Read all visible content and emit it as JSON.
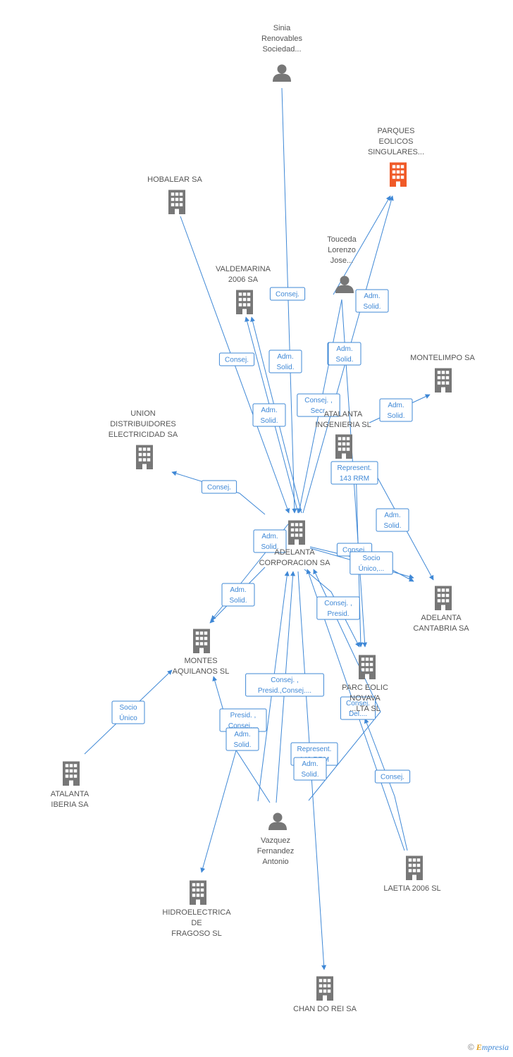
{
  "colors": {
    "edge": "#3f88d6",
    "node": "#777777",
    "highlight": "#f05a28"
  },
  "nodes": [
    {
      "id": "sinia",
      "type": "person",
      "label": [
        "Sinia",
        "Renovables",
        "Sociedad..."
      ]
    },
    {
      "id": "parques",
      "type": "company",
      "highlight": true,
      "label": [
        "PARQUES",
        "EOLICOS",
        "SINGULARES..."
      ]
    },
    {
      "id": "hobalear",
      "type": "company",
      "label": [
        "HOBALEAR SA"
      ]
    },
    {
      "id": "touceda",
      "type": "person",
      "label": [
        "Touceda",
        "Lorenzo",
        "Jose..."
      ]
    },
    {
      "id": "valdemarina",
      "type": "company",
      "label": [
        "VALDEMARINA",
        "2006 SA"
      ]
    },
    {
      "id": "montelimpo",
      "type": "company",
      "label": [
        "MONTELIMPO SA"
      ]
    },
    {
      "id": "union",
      "type": "company",
      "label": [
        "UNION",
        "DISTRIBUIDORES",
        "ELECTRICIDAD SA"
      ]
    },
    {
      "id": "atalanta_ing",
      "type": "company",
      "label": [
        "ATALANTA",
        "INGENIERIA SL"
      ]
    },
    {
      "id": "adelanta_corp",
      "type": "company",
      "label": [
        "ADELANTA",
        "CORPORACION SA"
      ]
    },
    {
      "id": "adelanta_cant",
      "type": "company",
      "label": [
        "ADELANTA",
        "CANTABRIA SA"
      ]
    },
    {
      "id": "montes",
      "type": "company",
      "label": [
        "MONTES",
        "AQUILANOS SL"
      ]
    },
    {
      "id": "parc_eolic",
      "type": "company",
      "label": [
        "PARC EOLIC",
        "NOVAVA",
        "...LTA SL"
      ]
    },
    {
      "id": "atalanta_iberia",
      "type": "company",
      "label": [
        "ATALANTA",
        "IBERIA SA"
      ]
    },
    {
      "id": "vazquez",
      "type": "person",
      "label": [
        "Vazquez",
        "Fernandez",
        "Antonio"
      ]
    },
    {
      "id": "laetia",
      "type": "company",
      "label": [
        "LAETIA 2006 SL"
      ]
    },
    {
      "id": "hidro",
      "type": "company",
      "label": [
        "HIDROELECTRICA",
        "DE",
        "FRAGOSO SL"
      ]
    },
    {
      "id": "chan",
      "type": "company",
      "label": [
        "CHAN DO REI SA"
      ]
    }
  ],
  "edges": [
    {
      "from": "sinia",
      "to": "adelanta_corp",
      "label": [
        "Consej."
      ]
    },
    {
      "from": "hobalear",
      "to": "adelanta_corp",
      "label": [
        "Consej."
      ]
    },
    {
      "from": "adelanta_corp",
      "to": "valdemarina",
      "label": [
        "Adm.",
        "Solid."
      ]
    },
    {
      "from": "adelanta_corp",
      "to": "valdemarina",
      "label": [
        "Adm.",
        "Solid."
      ]
    },
    {
      "from": "adelanta_corp",
      "to": "parques",
      "label": [
        "Adm.",
        "Solid."
      ]
    },
    {
      "from": "touceda",
      "to": "parques",
      "label": [
        "Adm.",
        "Solid."
      ]
    },
    {
      "from": "touceda",
      "to": "adelanta_corp",
      "label": [
        "Consej. ,",
        "Secr."
      ]
    },
    {
      "from": "adelanta_corp",
      "to": "union",
      "label": [
        "Consej."
      ]
    },
    {
      "from": "atalanta_ing",
      "to": "montelimpo",
      "label": [
        "Adm.",
        "Solid."
      ]
    },
    {
      "from": "touceda",
      "to": "parc_eolic",
      "label": [
        "Adm.",
        "Solid."
      ]
    },
    {
      "from": "atalanta_ing",
      "to": "parc_eolic",
      "label": [
        "Represent.",
        "143 RRM"
      ]
    },
    {
      "from": "atalanta_ing",
      "to": "adelanta_cant",
      "label": [
        "Adm.",
        "Solid."
      ]
    },
    {
      "from": "adelanta_corp",
      "to": "montes",
      "label": [
        "Adm.",
        "Solid."
      ]
    },
    {
      "from": "adelanta_corp",
      "to": "montes",
      "label": [
        "Adm.",
        "Solid."
      ]
    },
    {
      "from": "adelanta_corp",
      "to": "adelanta_cant",
      "label": [
        "Consej."
      ]
    },
    {
      "from": "adelanta_corp",
      "to": "adelanta_cant",
      "label": [
        "Socio",
        "Único,..."
      ]
    },
    {
      "from": "adelanta_corp",
      "to": "parc_eolic",
      "label": [
        "Consej. ,",
        "Presid."
      ]
    },
    {
      "from": "atalanta_iberia",
      "to": "montes",
      "label": [
        "Socio",
        "Único"
      ]
    },
    {
      "from": "vazquez",
      "to": "adelanta_corp",
      "label": [
        "Consej. ,",
        "Presid.,Consej...."
      ]
    },
    {
      "from": "vazquez",
      "to": "montes",
      "label": [
        "Presid. ,",
        "Consej...."
      ]
    },
    {
      "from": "vazquez",
      "to": "adelanta_corp",
      "label": [
        "Consej.",
        "Del...."
      ]
    },
    {
      "from": "vazquez",
      "to": "hidro",
      "label": [
        "Adm.",
        "Solid."
      ]
    },
    {
      "from": "vazquez",
      "to": "adelanta_corp",
      "label": [
        "Represent.",
        "143 RRM"
      ]
    },
    {
      "from": "adelanta_corp",
      "to": "chan",
      "label": [
        "Adm.",
        "Solid."
      ]
    },
    {
      "from": "laetia",
      "to": "parc_eolic",
      "label": [
        "Consej."
      ]
    },
    {
      "from": "laetia",
      "to": "adelanta_corp",
      "label": []
    }
  ],
  "brand": {
    "copyright": "©",
    "name_first": "E",
    "name_rest": "mpresia"
  }
}
